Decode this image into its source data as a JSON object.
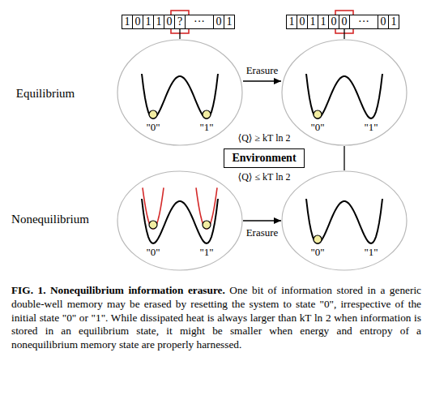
{
  "diagram": {
    "caption": "FIG. 1. Nonequilibrium information erasure. One bit of information stored in a generic double-well memory may be erased by resetting the system to state \"0\", irrespective of the initial state \"0\" or \"1\". While dissipated heat is always larger than kT ln 2 when information is stored in an equilibrium state, it might be smaller when energy and entropy of a nonequilibrium memory state are properly harnessed.",
    "nodes": [
      {
        "text": [
          "1"
        ]
      },
      {
        "text": [
          "0"
        ]
      },
      {
        "text": [
          "1"
        ]
      },
      {
        "text": [
          "1"
        ]
      },
      {
        "text": [
          "0"
        ]
      },
      {
        "text": [
          "?"
        ]
      },
      {
        "text": [
          "···"
        ]
      },
      {
        "text": [
          "0"
        ]
      },
      {
        "text": [
          "1"
        ]
      },
      {
        "text": [
          "1"
        ]
      },
      {
        "text": [
          "0"
        ]
      },
      {
        "text": [
          "1"
        ]
      },
      {
        "text": [
          "1"
        ]
      },
      {
        "text": [
          "0"
        ]
      },
      {
        "text": [
          "0"
        ]
      },
      {
        "text": [
          "···"
        ]
      },
      {
        "text": [
          "0"
        ]
      },
      {
        "text": [
          "1"
        ]
      },
      {
        "text": [
          "\"0\"",
          "\"1\""
        ]
      },
      {
        "text": [
          "\"0\"",
          "\"1\""
        ]
      },
      {
        "text": [
          "Environment"
        ]
      },
      {
        "text": [
          "\"0\"",
          "\"1\""
        ]
      },
      {
        "text": [
          "\"0\"",
          "\"1\""
        ]
      }
    ],
    "edges": [
      {
        "from": 5,
        "to": 18,
        "arrow": "none"
      },
      {
        "from": 14,
        "to": 19,
        "arrow": "none"
      },
      {
        "from": 18,
        "to": 19,
        "label": "Erasure",
        "arrow": "to"
      },
      {
        "from": 19,
        "to": 22,
        "arrow": "none"
      },
      {
        "from": 21,
        "to": 22,
        "label": "Erasure",
        "arrow": "to"
      }
    ],
    "labels": [
      "Equilibrium",
      "⟨Q⟩ ≥ kT ln 2",
      "⟨Q⟩ ≤ kT ln 2",
      "Nonequilibrium"
    ]
  }
}
